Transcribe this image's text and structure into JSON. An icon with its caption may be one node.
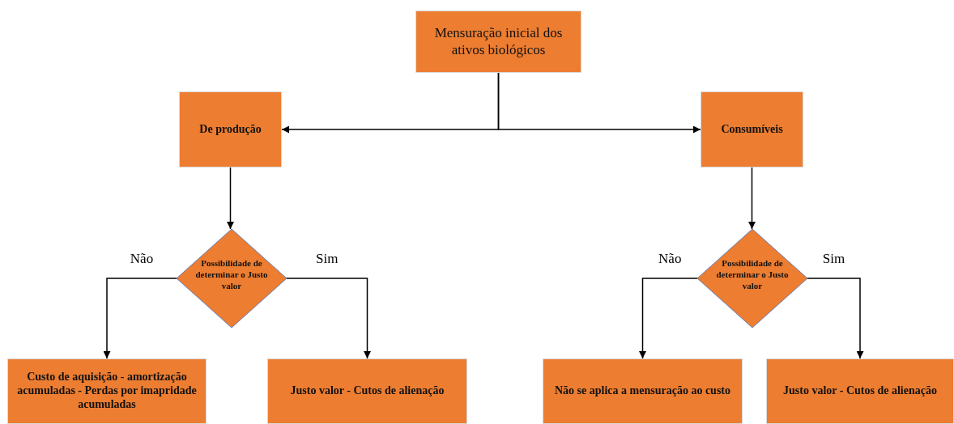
{
  "diagram": {
    "nodes": [
      {
        "text": [
          "Mensuração inicial dos ativos biológicos"
        ]
      },
      {
        "text": [
          "De produção"
        ]
      },
      {
        "text": [
          "Consumíveis"
        ]
      },
      {
        "text": [
          "Possibilidade de determinar o Justo valor"
        ]
      },
      {
        "text": [
          "Custo de aquisição - amortização acumuladas - Perdas por imapridade acumuladas"
        ]
      },
      {
        "text": [
          "Justo valor - Cutos de alienação"
        ]
      },
      {
        "text": [
          "Possibilidade de determinar o Justo valor"
        ]
      },
      {
        "text": [
          "Não se aplica a mensuração ao custo"
        ]
      },
      {
        "text": [
          "Justo valor - Cutos de alienação"
        ]
      }
    ],
    "edges": [
      {
        "from": 0,
        "to": 1,
        "arrow": "to"
      },
      {
        "from": 0,
        "to": 2,
        "arrow": "to"
      },
      {
        "from": 1,
        "to": 3,
        "arrow": "to"
      },
      {
        "from": 2,
        "to": 6,
        "arrow": "to"
      },
      {
        "from": 3,
        "to": 4,
        "arrow": "to",
        "label": "Não"
      },
      {
        "from": 3,
        "to": 5,
        "arrow": "to",
        "label": "Sim"
      },
      {
        "from": 6,
        "to": 7,
        "arrow": "to",
        "label": "Não"
      },
      {
        "from": 6,
        "to": 8,
        "arrow": "to",
        "label": "Sim"
      }
    ]
  }
}
